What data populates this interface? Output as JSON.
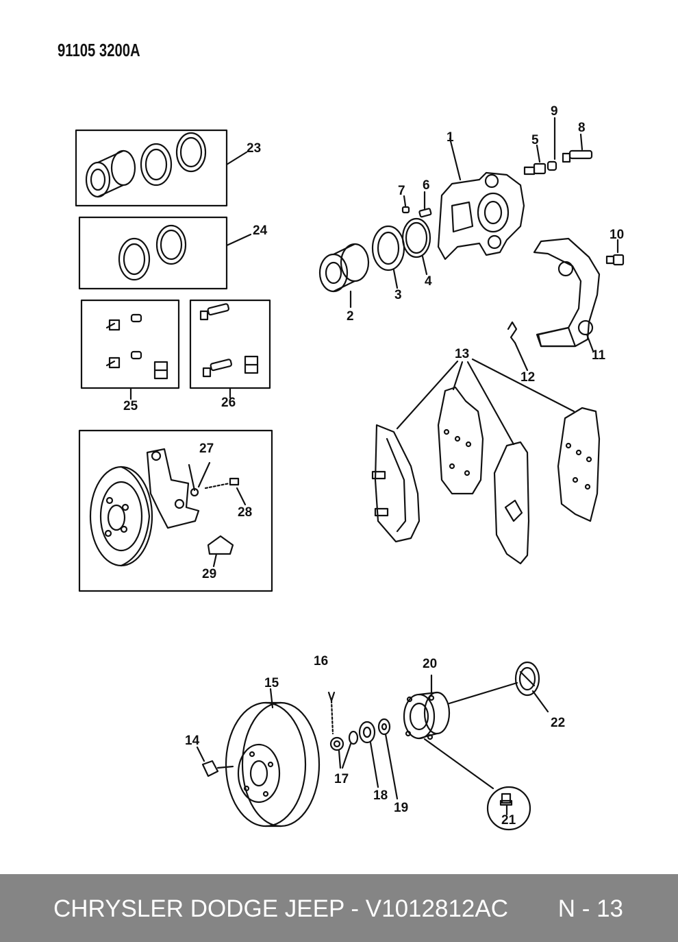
{
  "diagram_code": "91105 3200A",
  "callouts": {
    "c1": "1",
    "c2": "2",
    "c3": "3",
    "c4": "4",
    "c5": "5",
    "c6": "6",
    "c7": "7",
    "c8": "8",
    "c9": "9",
    "c10": "10",
    "c11": "11",
    "c12": "12",
    "c13": "13",
    "c14": "14",
    "c15": "15",
    "c16": "16",
    "c17": "17",
    "c18": "18",
    "c19": "19",
    "c20": "20",
    "c21": "21",
    "c22": "22",
    "c23": "23",
    "c24": "24",
    "c25": "25",
    "c26": "26",
    "c27": "27",
    "c28": "28",
    "c29": "29"
  },
  "footer": {
    "title": "CHRYSLER DODGE JEEP - V1012812AC",
    "page": "N - 13"
  },
  "colors": {
    "ink": "#111111",
    "footer_bg": "#858585",
    "footer_text": "#ffffff"
  }
}
